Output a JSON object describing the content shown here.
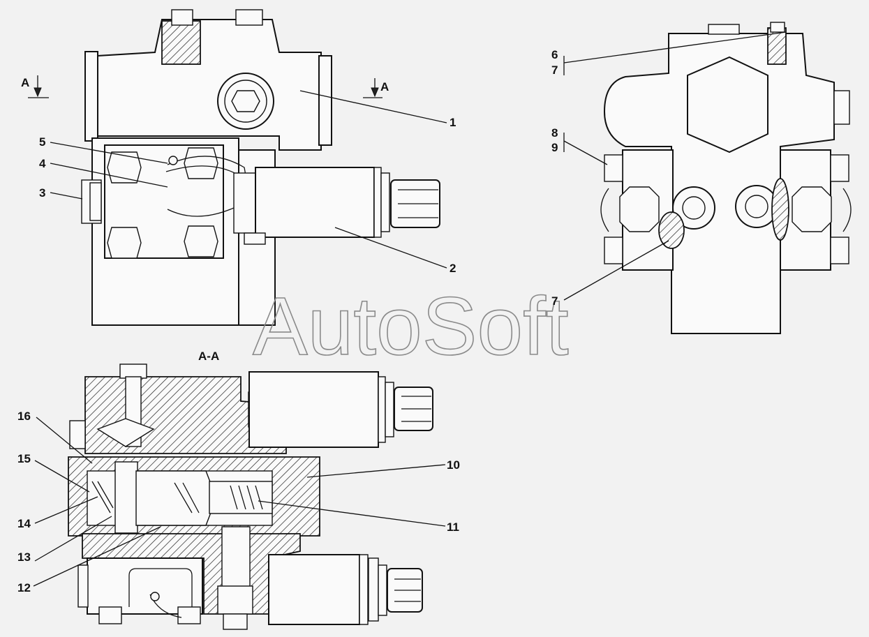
{
  "section_marks": {
    "left": "A",
    "right": "A",
    "section_title": "A-A"
  },
  "watermark": "AutoSoft",
  "callouts": [
    "1",
    "2",
    "3",
    "4",
    "5",
    "6",
    "7",
    "8",
    "9",
    "7",
    "10",
    "11",
    "12",
    "13",
    "14",
    "15",
    "16"
  ],
  "colors": {
    "background": "#f2f2f2",
    "ink": "#111111",
    "watermark": "#8a8a8a"
  }
}
